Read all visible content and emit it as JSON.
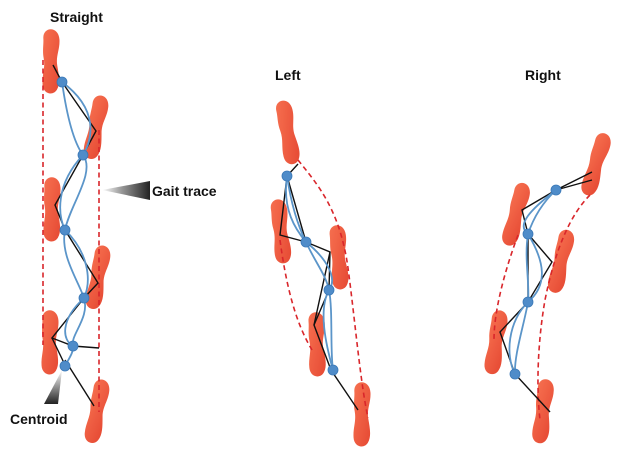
{
  "panels": {
    "straight": {
      "title": "Straight"
    },
    "left": {
      "title": "Left"
    },
    "right": {
      "title": "Right"
    }
  },
  "annotations": {
    "gait_trace": "Gait trace",
    "centroid": "Centroid"
  },
  "colors": {
    "foot": "#f0462a",
    "gait_trace": "#d9262b",
    "centroid_trace": "#5b95c9",
    "centroid_dot": "#4f8cc9",
    "link": "#111111"
  }
}
